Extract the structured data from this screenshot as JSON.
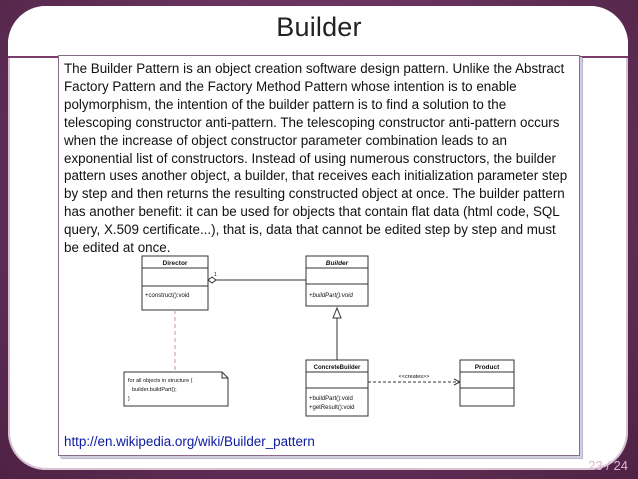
{
  "slide": {
    "title": "Builder",
    "body": "The Builder Pattern is an object creation software design pattern. Unlike the Abstract Factory Pattern and the Factory Method Pattern whose intention is to enable polymorphism, the intention of the builder pattern is to find a solution to the telescoping constructor anti-pattern. The telescoping constructor anti-pattern occurs when the increase of object constructor parameter combination leads to an exponential list of constructors. Instead of using numerous constructors, the builder pattern uses another object, a builder, that receives each initialization parameter step by step and then returns the resulting constructed object at once. The builder pattern has another benefit: it can be used for objects that contain flat data (html code, SQL query, X.509 certificate...), that is, data that cannot be edited step by step and must be edited at once.",
    "link": "http://en.wikipedia.org/wiki/Builder_pattern",
    "page_number": "23 / 24"
  },
  "diagram": {
    "director": {
      "name": "Director",
      "method": "+construct():void"
    },
    "builder": {
      "name": "Builder",
      "method": "+buildPart():void"
    },
    "concrete_builder": {
      "name": "ConcreteBuilder",
      "method1": "+buildPart():void",
      "method2": "+getResult():void"
    },
    "product": {
      "name": "Product"
    },
    "note": {
      "line1": "for all objects in structure {",
      "line2": "builder.buildPart();",
      "line3": "}"
    },
    "creates_label": "<<creates>>",
    "multiplicity": "1"
  },
  "colors": {
    "background": "#6b3560",
    "title_rule": "#7a3e6c",
    "link": "#0a1aa0",
    "dashed_line": "#d4a0cc"
  }
}
